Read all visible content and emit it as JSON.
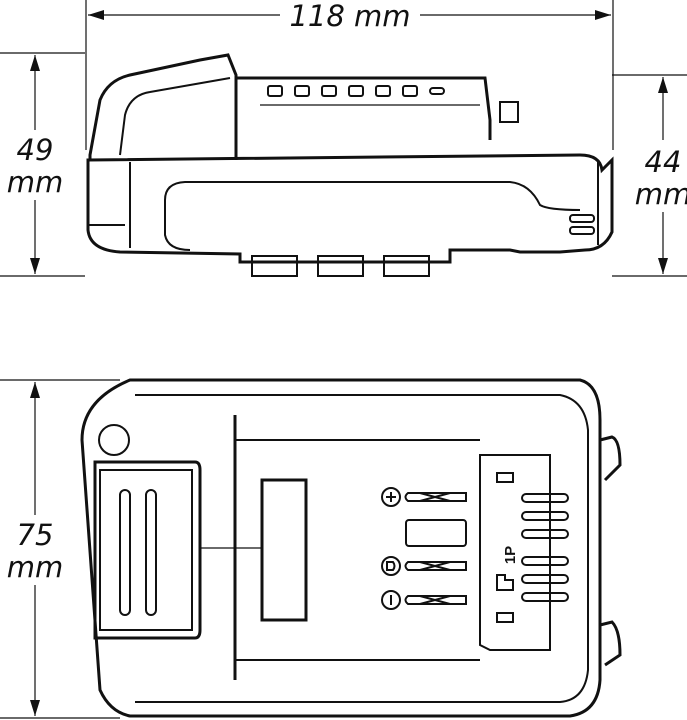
{
  "dimensions": {
    "width": {
      "value": "118 mm"
    },
    "side_height": {
      "value": "49",
      "unit": "mm"
    },
    "front_height": {
      "value": "44",
      "unit": "mm"
    },
    "depth": {
      "value": "75",
      "unit": "mm"
    }
  },
  "terminal": {
    "cell_config": "1P"
  },
  "icons": [
    "plus-terminal-icon",
    "data-terminal-icon",
    "minus-terminal-icon"
  ]
}
